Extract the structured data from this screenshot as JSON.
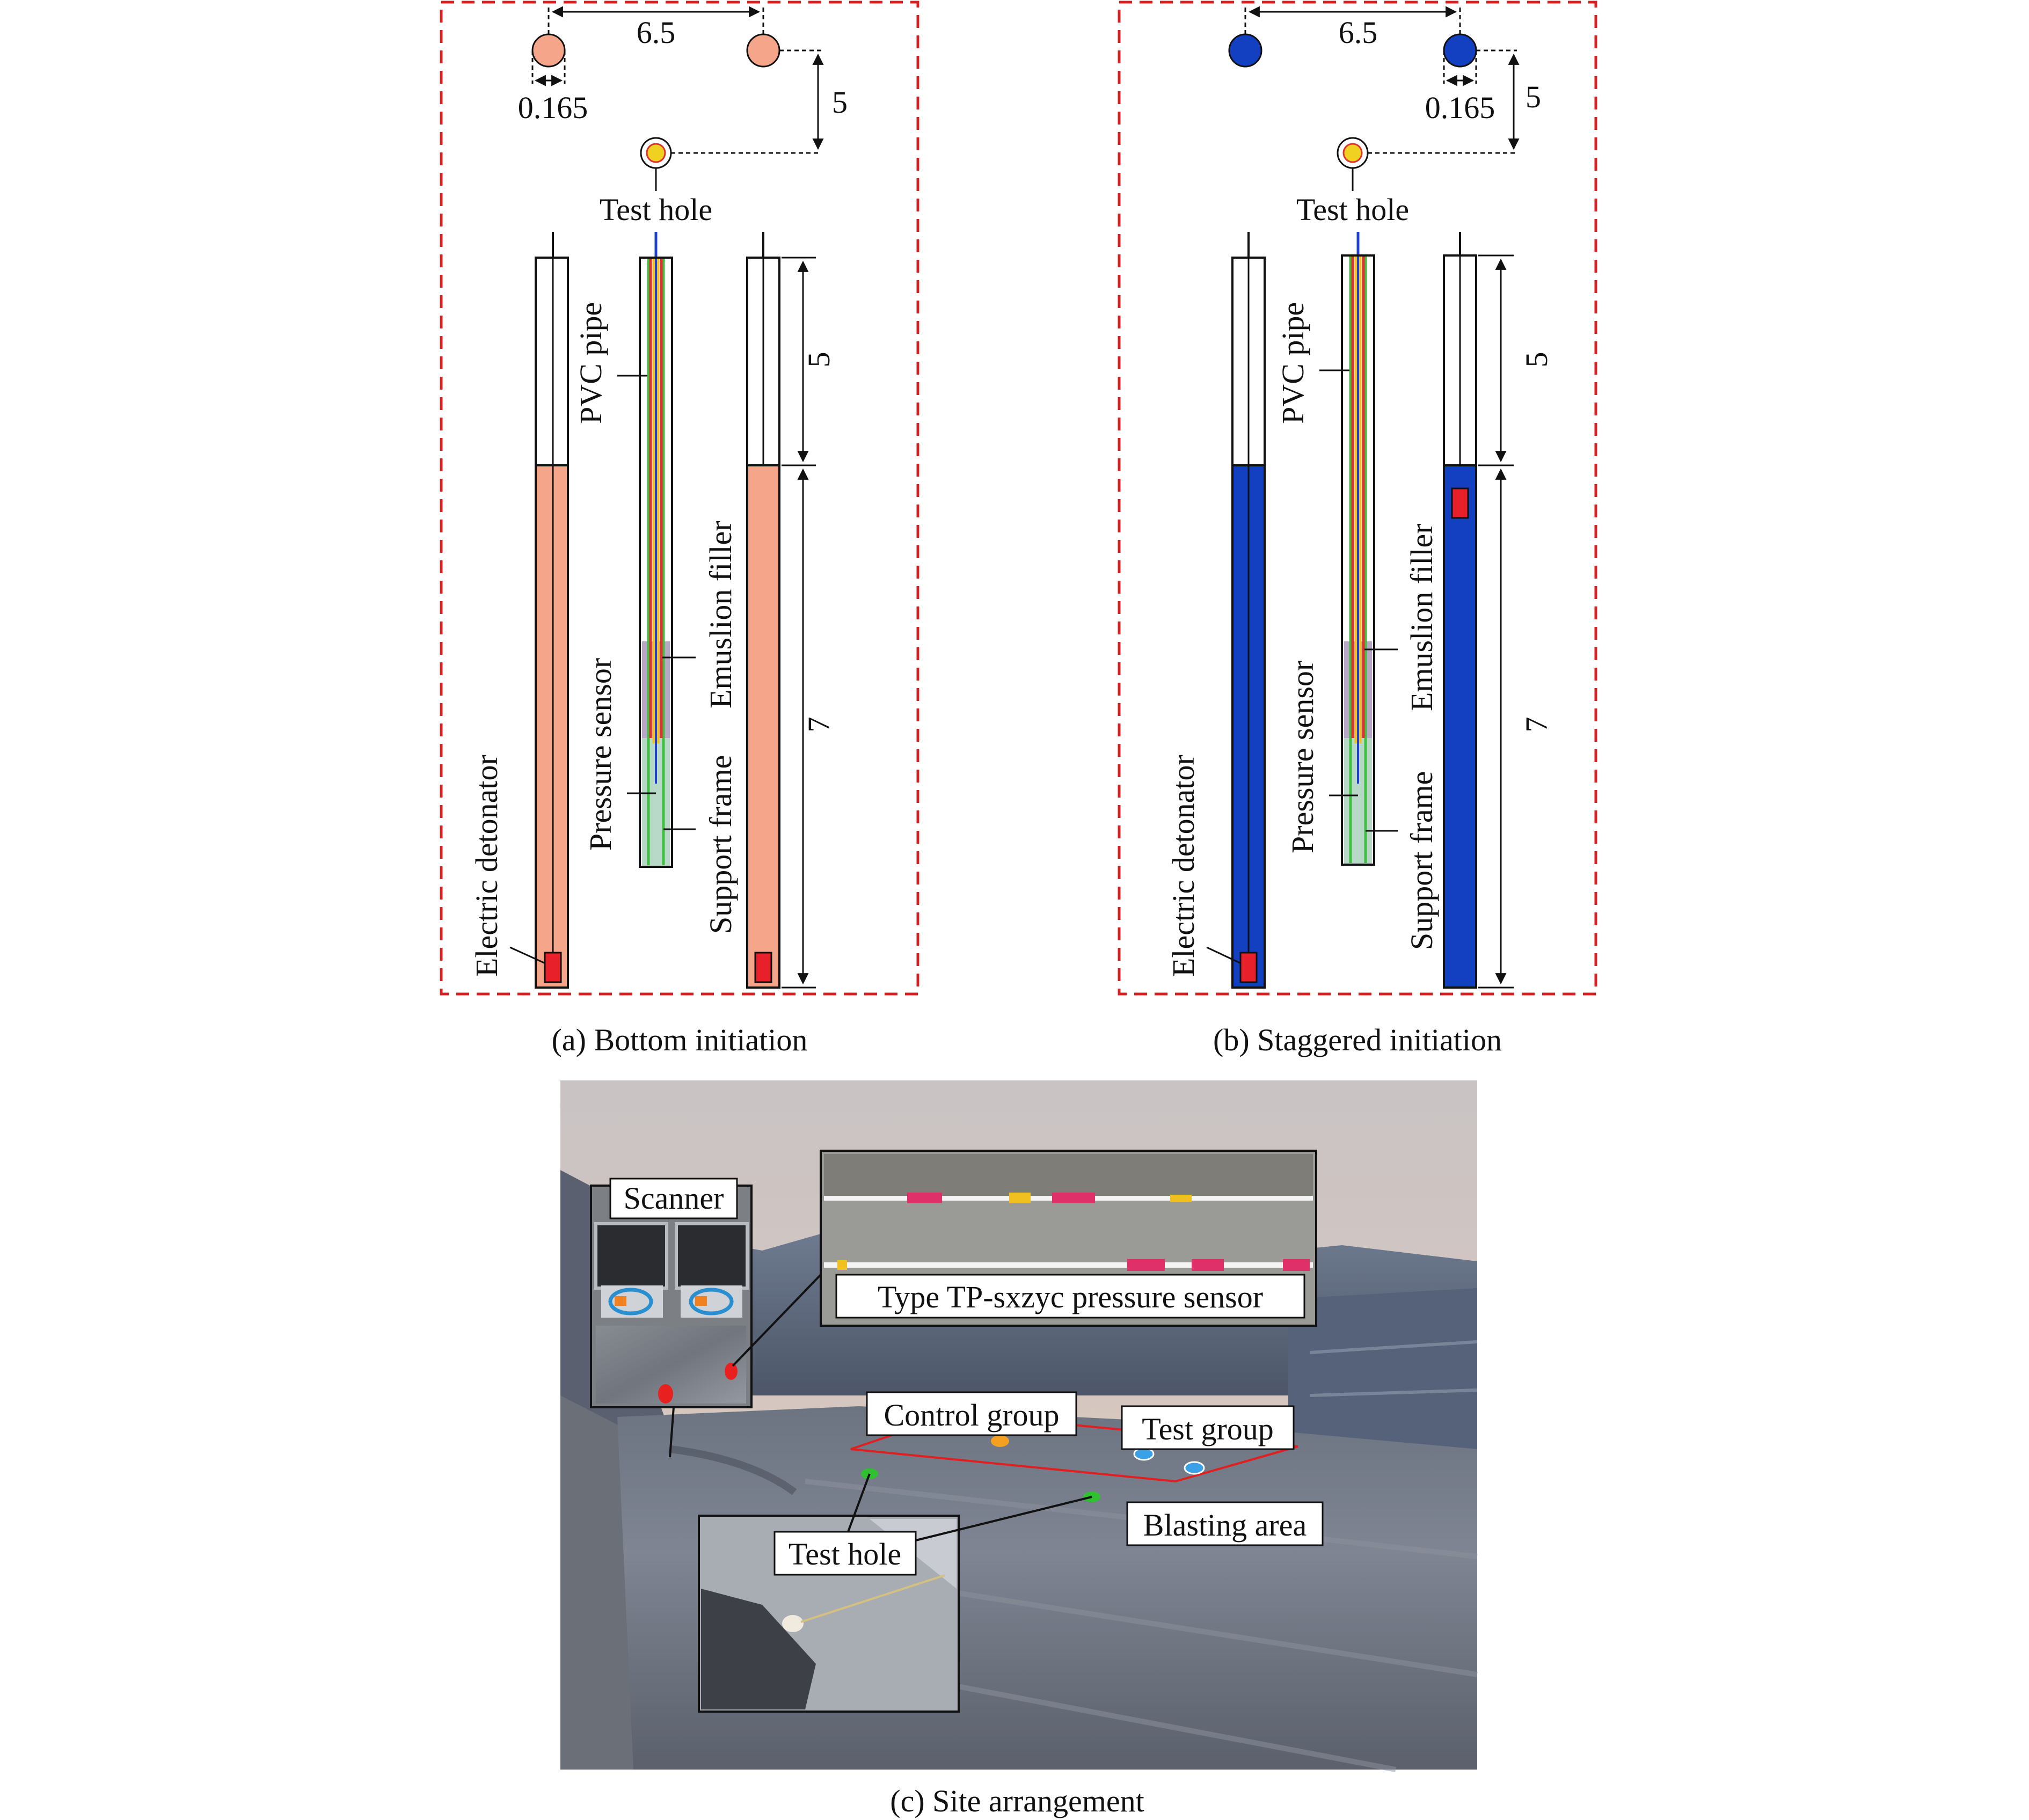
{
  "panels": {
    "a": {
      "caption": "(a) Bottom initiation",
      "hole_color": "#f4a58a",
      "plan": {
        "spacing": "6.5",
        "diameter": "0.165",
        "burden": "5",
        "test_hole": "Test hole"
      },
      "section": {
        "pvc_pipe": "PVC pipe",
        "pressure_sensor": "Pressure sensor",
        "emulsion_filler": "Emuslion filler",
        "support_frame": "Support frame",
        "electric_detonator": "Electric detonator",
        "stemming_length": "5",
        "charge_length": "7"
      }
    },
    "b": {
      "caption": "(b) Staggered initiation",
      "hole_color": "#1240c0",
      "plan": {
        "spacing": "6.5",
        "diameter": "0.165",
        "burden": "5",
        "test_hole": "Test hole"
      },
      "section": {
        "pvc_pipe": "PVC pipe",
        "pressure_sensor": "Pressure sensor",
        "emulsion_filler": "Emuslion filler",
        "support_frame": "Support frame",
        "electric_detonator": "Electric detonator",
        "stemming_length": "5",
        "charge_length": "7"
      }
    },
    "c": {
      "caption": "(c) Site arrangement",
      "labels": {
        "scanner": "Scanner",
        "sensor_type": "Type TP-sxzyc pressure sensor",
        "control_group": "Control group",
        "test_group": "Test group",
        "test_hole": "Test hole",
        "blasting_area": "Blasting area"
      },
      "markers": {
        "control_group_color": "#f5a020",
        "test_group_color": "#3aa0e8",
        "test_hole_color": "#30c030",
        "blasting_area_outline": "#e02020"
      }
    }
  },
  "colors": {
    "frame_dash": "#d42020",
    "detonator": "#e8202a",
    "sensor_wire_red": "#e03030",
    "sensor_wire_yellow": "#f0c020",
    "sensor_wire_blue": "#2040d0",
    "sensor_zone": "#b8a8c8",
    "support_frame_green": "#40c040"
  }
}
